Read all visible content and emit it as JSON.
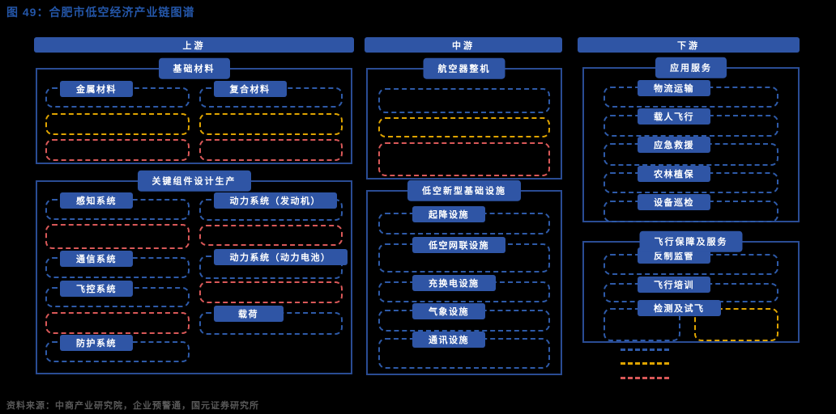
{
  "title": "图 49：合肥市低空经济产业链图谱",
  "source_note": "资料来源：中商产业研究院，企业预警通，国元证券研究所",
  "colors": {
    "background": "#000000",
    "solid_blue": "#2F55A5",
    "container_border": "#2A4C94",
    "dashed_blue": "#2E5AA8",
    "dashed_yellow": "#DFA400",
    "dashed_red": "#D95858",
    "title_blue": "#2456A8",
    "source_gray": "#595959"
  },
  "upstream": {
    "header": "上游",
    "materials": {
      "title": "基础材料",
      "metal": "金属材料",
      "composite": "复合材料"
    },
    "components": {
      "title": "关键组件设计生产",
      "left": [
        "感知系统",
        "通信系统",
        "飞控系统",
        "防护系统"
      ],
      "right": [
        "动力系统（发动机）",
        "动力系统（动力电池）",
        "载荷"
      ]
    }
  },
  "midstream": {
    "header": "中游",
    "aircraft": {
      "title": "航空器整机"
    },
    "infrastructure": {
      "title": "低空新型基础设施",
      "items": [
        "起降设施",
        "低空网联设施",
        "充换电设施",
        "气象设施",
        "通讯设施"
      ]
    }
  },
  "downstream": {
    "header": "下游",
    "services": {
      "title": "应用服务",
      "items": [
        "物流运输",
        "载人飞行",
        "应急救援",
        "农林植保",
        "设备巡检"
      ]
    },
    "support": {
      "title": "飞行保障及服务",
      "items": [
        "反制监管",
        "飞行培训",
        "检测及试飞"
      ]
    }
  },
  "legend": {
    "entries": [
      "blue-dashed",
      "yellow-dashed",
      "red-dashed"
    ]
  }
}
